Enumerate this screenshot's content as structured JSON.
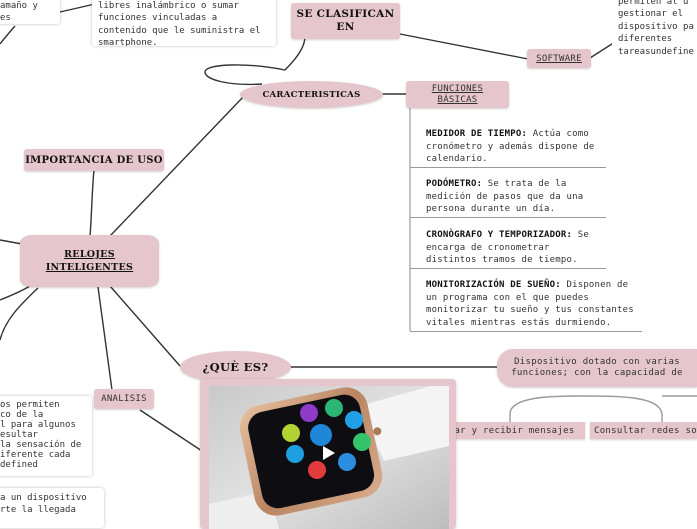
{
  "map": {
    "central": "RELOJES INTELIGENTES",
    "se_clasifican": "SE CLASIFICAN EN",
    "caracteristicas": "CARACTERISTICAS",
    "importancia": "IMPORTANCIA DE USO",
    "software": "SOFTWARE",
    "funciones_basicas": "FUNCIONES BÁSICAS",
    "que_es": "¿QUÈ ES?",
    "analisis": "ANALISIS",
    "definicion": "Dispositivo dotado con varias funciones; con la capacidad de",
    "enviar_mensajes": "ar y recibir mensajes",
    "consultar_redes": "Consultar redes so"
  },
  "cards": {
    "top_left": "amaño y\nes",
    "top_center": "libres inalámbrico o sumar funciones vinculadas a contenido que le suministra el smartphone.",
    "top_right": "permiten al u\ngestionar el\ndispositivo pa\ndiferentes\ntareasundefine",
    "bottom_left_1": "os permiten\nco de la\nl para algunos\nesultar\n la sensación de\niferente cada\ndefined",
    "bottom_left_2": "a un dispositivo\nrte la llegada"
  },
  "funciones": [
    {
      "title": "MEDIDOR DE TIEMPO:",
      "text": " Actúa como cronómetro y además dispone de calendario."
    },
    {
      "title": "PODÓMETRO:",
      "text": " Se trata de la medición de pasos que da una persona durante un día."
    },
    {
      "title": "CRONÒGRAFO Y TEMPORIZADOR:",
      "text": " Se encarga de cronometrar distintos tramos de tiempo."
    },
    {
      "title": "MONITORIZACIÓN DE SUEÑO:",
      "text": " Disponen de un programa con el que puedes monitorizar tu sueño y tus constantes vitales mientras estás durmiendo."
    }
  ],
  "video": {
    "play_icon": "play-icon"
  },
  "colors": {
    "node_pink": "#e5c6cc",
    "line": "#333333",
    "separator": "#9a9a9a"
  }
}
